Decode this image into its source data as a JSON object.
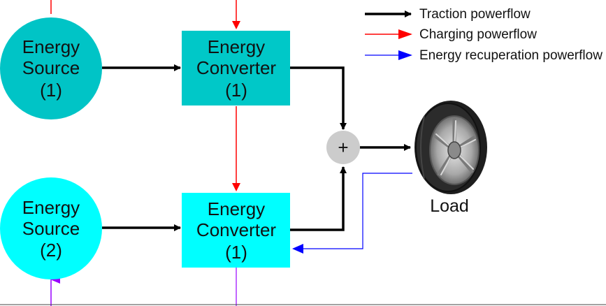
{
  "nodes": {
    "source1": {
      "line1": "Energy",
      "line2": "Source",
      "line3": "(1)"
    },
    "source2": {
      "line1": "Energy",
      "line2": "Source",
      "line3": "(2)"
    },
    "converter1": {
      "line1": "Energy",
      "line2": "Converter",
      "line3": "(1)"
    },
    "converter2": {
      "line1": "Energy",
      "line2": "Converter",
      "line3": "(1)"
    },
    "summing": {
      "symbol": "+"
    },
    "load": {
      "label": "Load"
    }
  },
  "legend": {
    "traction": "Traction powerflow",
    "charging": "Charging powerflow",
    "recuperation": "Energy recuperation powerflow"
  },
  "colors": {
    "source1": "#00c4c6",
    "source2": "#00ffff",
    "converter1": "#00c8c8",
    "converter2": "#00ffff",
    "traction": "#000000",
    "charging": "#ff0000",
    "recuperation": "#0000ff",
    "source2_input": "#9900ff",
    "summing": "#cccccc"
  },
  "icons": {
    "load": "tire-wheel-icon"
  }
}
